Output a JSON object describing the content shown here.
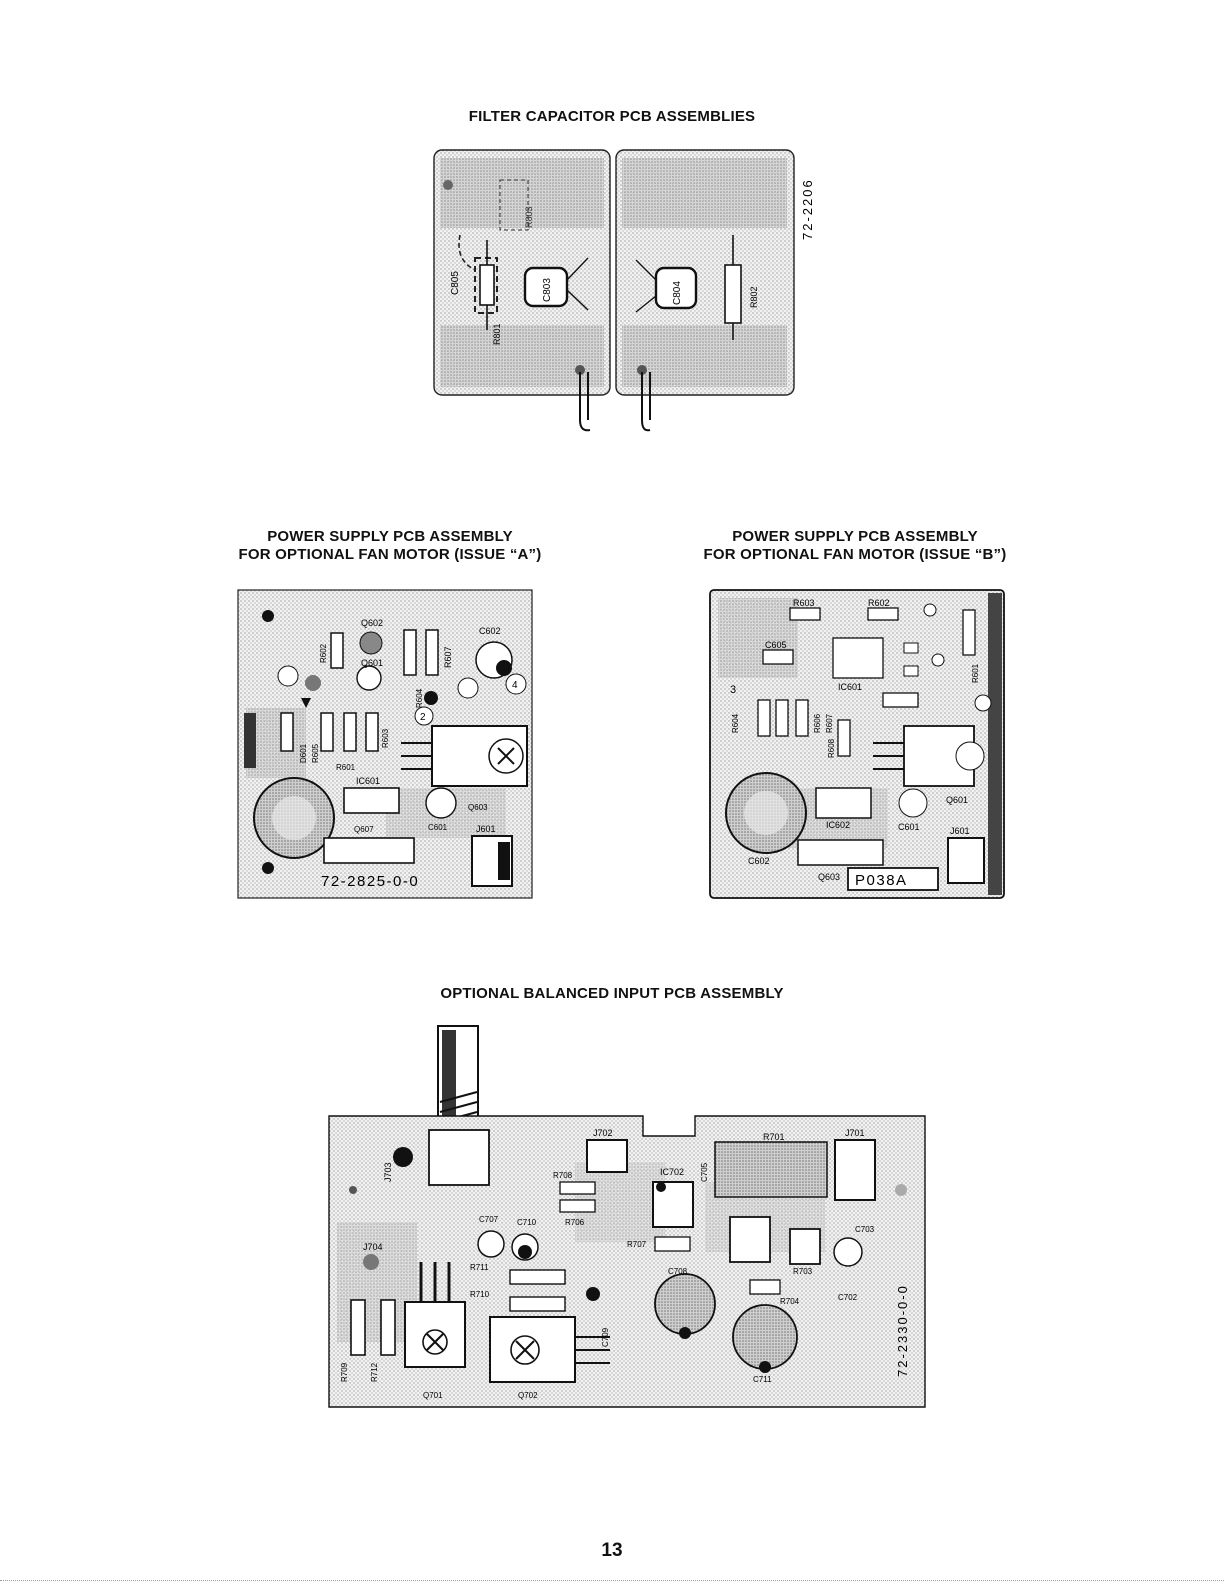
{
  "page": {
    "number": "13"
  },
  "filter_capacitor": {
    "title": "FILTER CAPACITOR PCB ASSEMBLIES",
    "part_number": "72-2206",
    "labels": {
      "c805": "C805",
      "r801": "R801",
      "c803": "C803",
      "r803": "R803",
      "c804": "C804",
      "r802": "R802"
    }
  },
  "power_supply_a": {
    "title_line1": "POWER SUPPLY PCB ASSEMBLY",
    "title_line2": "FOR OPTIONAL FAN MOTOR (ISSUE “A”)",
    "part_number": "72-2825-0-0",
    "labels": {
      "q602": "Q602",
      "q601": "Q601",
      "r607": "R607",
      "c602": "C602",
      "r604": "R604",
      "r602": "R602",
      "d601": "D601",
      "r605": "R605",
      "r603": "R603",
      "r601": "R601",
      "ic601": "IC601",
      "q603": "Q603",
      "c601": "C601",
      "q607": "Q607",
      "j601": "J601",
      "pin2": "2",
      "pin4": "4"
    }
  },
  "power_supply_b": {
    "title_line1": "POWER SUPPLY PCB ASSEMBLY",
    "title_line2": "FOR OPTIONAL FAN MOTOR (ISSUE “B”)",
    "board_code": "P038A",
    "labels": {
      "r603": "R603",
      "r602": "R602",
      "c605": "C605",
      "ic601": "IC601",
      "r601": "R601",
      "r604": "R604",
      "r606": "R606",
      "r607": "R607",
      "r608": "R608",
      "ic602": "IC602",
      "c601": "C601",
      "q601": "Q601",
      "j601": "J601",
      "c602": "C602",
      "q603": "Q603",
      "pin3": "3"
    }
  },
  "balanced_input": {
    "title": "OPTIONAL BALANCED INPUT PCB ASSEMBLY",
    "part_number": "72-2330-0-0",
    "labels": {
      "j703": "J703",
      "j702": "J702",
      "r701": "R701",
      "j701": "J701",
      "r708": "R708",
      "ic702": "IC702",
      "c707": "C707",
      "c710": "C710",
      "r706": "R706",
      "r707": "R707",
      "c709": "C709",
      "c703": "C703",
      "j704": "J704",
      "r711": "R711",
      "r710": "R710",
      "c708": "C708",
      "r703": "R703",
      "r704": "R704",
      "c702": "C702",
      "c705": "C705",
      "c711": "C711",
      "q701": "Q701",
      "q702": "Q702",
      "r709": "R709",
      "r712": "R712"
    }
  }
}
